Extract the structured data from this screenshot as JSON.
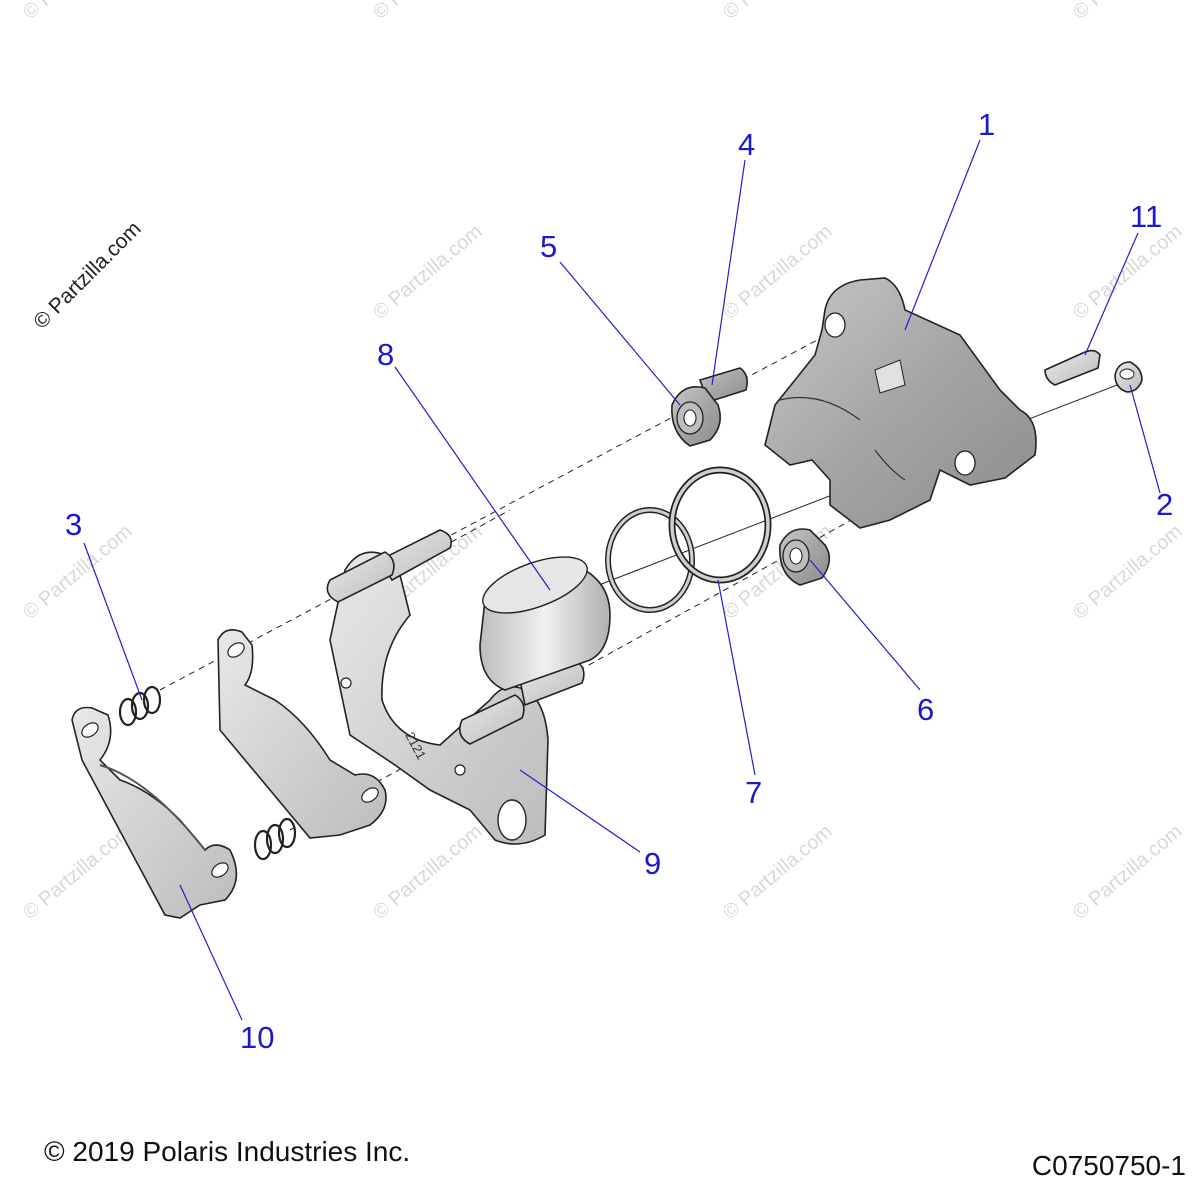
{
  "watermark": {
    "logo_text": "© Partzilla.com",
    "tile_text": "© Partzilla.com"
  },
  "footer": {
    "copyright": "© 2019 Polaris Industries Inc.",
    "drawing_id": "C0750750-1"
  },
  "pad_stamp": "2121",
  "callouts": [
    {
      "id": "1",
      "part": "caliper-housing"
    },
    {
      "id": "2",
      "part": "bleeder-cap"
    },
    {
      "id": "3",
      "part": "spring-upper"
    },
    {
      "id": "4",
      "part": "slide-pin"
    },
    {
      "id": "5",
      "part": "boot-upper"
    },
    {
      "id": "6",
      "part": "boot-lower"
    },
    {
      "id": "7",
      "part": "seal-outer"
    },
    {
      "id": "8",
      "part": "piston"
    },
    {
      "id": "9",
      "part": "mounting-bracket"
    },
    {
      "id": "10",
      "part": "brake-pad"
    },
    {
      "id": "11",
      "part": "bleeder-screw"
    }
  ],
  "colors": {
    "part_fill": "#a9a9a9",
    "part_light": "#d6d6d6",
    "callout_text": "#1a1acc",
    "leader": "#2020c8"
  }
}
